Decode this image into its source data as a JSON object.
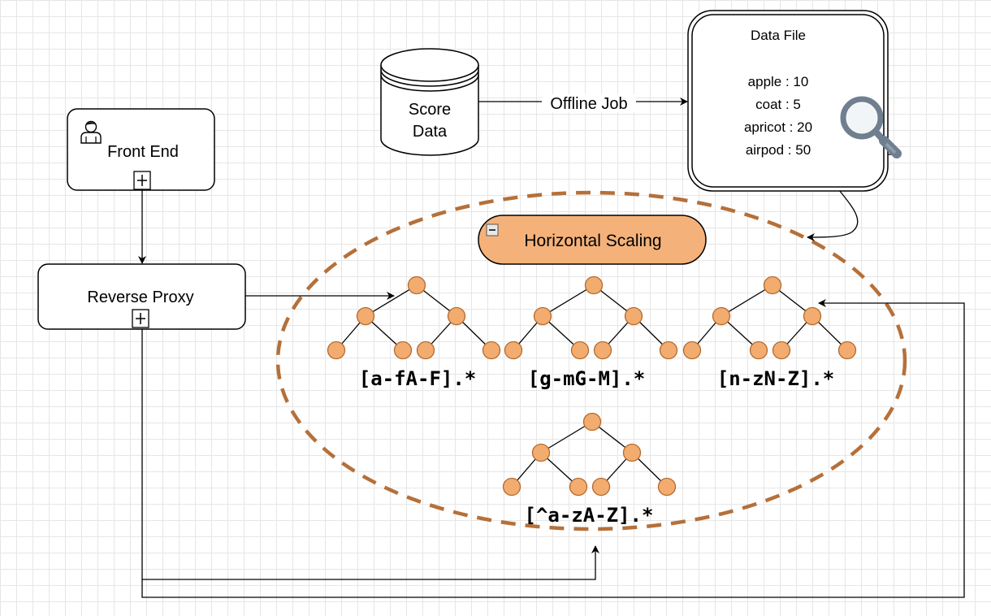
{
  "front_end": {
    "label": "Front End",
    "icon": "user-icon"
  },
  "reverse_proxy": {
    "label": "Reverse Proxy"
  },
  "score_data": {
    "line1": "Score",
    "line2": "Data"
  },
  "offline_job": {
    "label": "Offline Job"
  },
  "data_file": {
    "title": "Data File",
    "entries": [
      "apple : 10",
      "coat : 5",
      "apricot : 20",
      "airpod : 50"
    ],
    "icon": "magnifier-icon"
  },
  "scaling": {
    "label": "Horizontal Scaling",
    "collapse_icon": "minus-icon"
  },
  "shards": [
    {
      "pattern": "[a-fA-F].*"
    },
    {
      "pattern": "[g-mG-M].*"
    },
    {
      "pattern": "[n-zN-Z].*"
    },
    {
      "pattern": "[^a-zA-Z].*"
    }
  ],
  "colors": {
    "node_fill": "#f2ac6f",
    "node_stroke": "#b46a2e",
    "dashed_ellipse": "#b5703a",
    "scaling_fill": "#f4b27a"
  }
}
